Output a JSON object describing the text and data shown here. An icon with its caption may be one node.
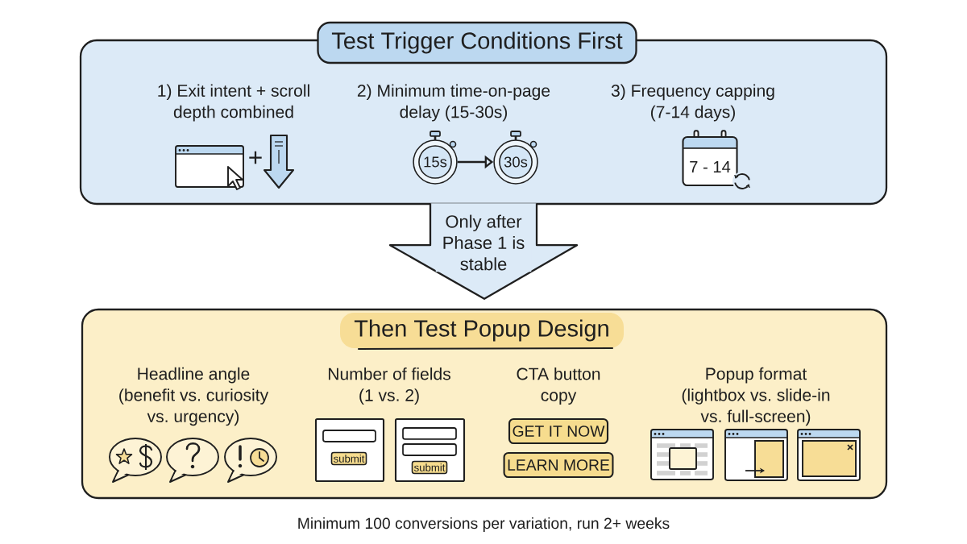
{
  "diagram": {
    "nodes": [
      {
        "text": [
          "Test Trigger Conditions First"
        ]
      },
      {
        "text": [
          "15s"
        ],
        "in": 0
      },
      {
        "text": [
          "30s"
        ],
        "in": 0
      },
      {
        "text": [
          "7 - 14"
        ],
        "in": 0
      },
      {
        "text": [
          "Then Test Popup Design"
        ]
      },
      {
        "text": [
          "submit"
        ],
        "in": 4
      },
      {
        "text": [
          "submit"
        ],
        "in": 4
      },
      {
        "text": [
          "GET IT NOW"
        ],
        "in": 4
      },
      {
        "text": [
          "LEARN MORE"
        ],
        "in": 4
      }
    ],
    "edges": [
      {
        "from": 0,
        "to": 4,
        "arrow": "to",
        "label": "Only after Phase 1 is stable"
      },
      {
        "from": 1,
        "to": 2,
        "arrow": "to"
      }
    ],
    "labels": [
      "1) Exit intent + scroll depth combined",
      "+",
      "2) Minimum time-on-page delay (15-30s)",
      "3) Frequency capping (7-14 days)",
      "Headline angle (benefit vs. curiosity vs. urgency)",
      "Number of fields (1 vs. 2)",
      "CTA button copy",
      "Popup format (lightbox vs. slide-in vs. full-screen)"
    ],
    "caption": "Minimum 100 conversions per variation, run 2+ weeks"
  }
}
